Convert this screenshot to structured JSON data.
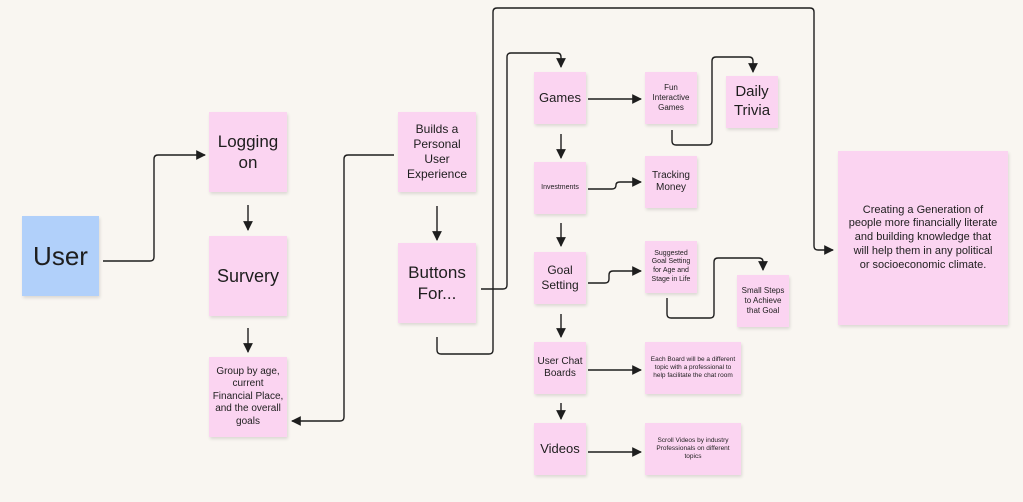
{
  "notes": {
    "user": "User",
    "logging_on": "Logging on",
    "survey": "Survery",
    "group": "Group by age, current Financial Place, and the overall goals",
    "personal": "Builds a Personal User Experience",
    "buttons": "Buttons For...",
    "games": "Games",
    "investments": "Investments",
    "goal_setting": "Goal Setting",
    "chat_boards": "User Chat Boards",
    "videos": "Videos",
    "fun_games": "Fun Interactive Games",
    "tracking_money": "Tracking Money",
    "suggested_goal": "Suggested Goal Setting for Age and Stage in Life",
    "chat_desc": "Each Board will be a different topic with a professional to help facilitate the chat room",
    "videos_desc": "Scroll Videos by industry Professionals on different topics",
    "daily_trivia": "Daily Trivia",
    "small_steps": "Small Steps to Achieve that Goal",
    "mission": "Creating a Generation of people more financially literate and building knowledge that will help them in any political or socioeconomic climate."
  },
  "colors": {
    "background": "#f9f6f1",
    "sticky_pink": "#fbd4f1",
    "sticky_blue": "#b1d0fa",
    "connector": "#1e1e1e"
  }
}
